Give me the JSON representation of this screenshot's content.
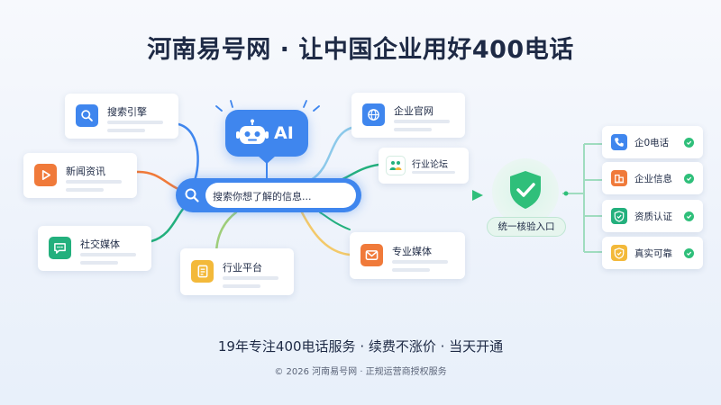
{
  "header": {
    "title": "河南易号网 · 让中国企业用好400电话"
  },
  "ai_badge": {
    "label": "AI"
  },
  "search": {
    "placeholder": "搜索你想了解的信息..."
  },
  "sources": [
    {
      "label": "搜索引擎",
      "icon": "search-icon",
      "color": "#3f86ee"
    },
    {
      "label": "新闻资讯",
      "icon": "play-icon",
      "color": "#f07a3a"
    },
    {
      "label": "社交媒体",
      "icon": "chat-icon",
      "color": "#23b07d"
    },
    {
      "label": "行业平台",
      "icon": "document-icon",
      "color": "#f3b93a"
    },
    {
      "label": "企业官网",
      "icon": "globe-icon",
      "color": "#3f86ee"
    },
    {
      "label": "行业论坛",
      "icon": "community-icon",
      "color": "#23b07d"
    },
    {
      "label": "专业媒体",
      "icon": "mail-icon",
      "color": "#f07a3a"
    }
  ],
  "verify": {
    "label": "统一核验入口",
    "icon": "shield-check-icon",
    "color": "#2fbf7a"
  },
  "results": [
    {
      "label": "企0电话",
      "icon": "phone-icon",
      "color": "#3f86ee"
    },
    {
      "label": "企业信息",
      "icon": "building-icon",
      "color": "#f07a3a"
    },
    {
      "label": "资质认证",
      "icon": "shield-icon",
      "color": "#23b07d"
    },
    {
      "label": "真实可靠",
      "icon": "badge-icon",
      "color": "#f3b93a"
    }
  ],
  "footer": {
    "slogan": "19年专注400电话服务 · 续费不涨价 · 当天开通",
    "copyright": "© 2026 河南易号网 · 正规运营商授权服务"
  }
}
